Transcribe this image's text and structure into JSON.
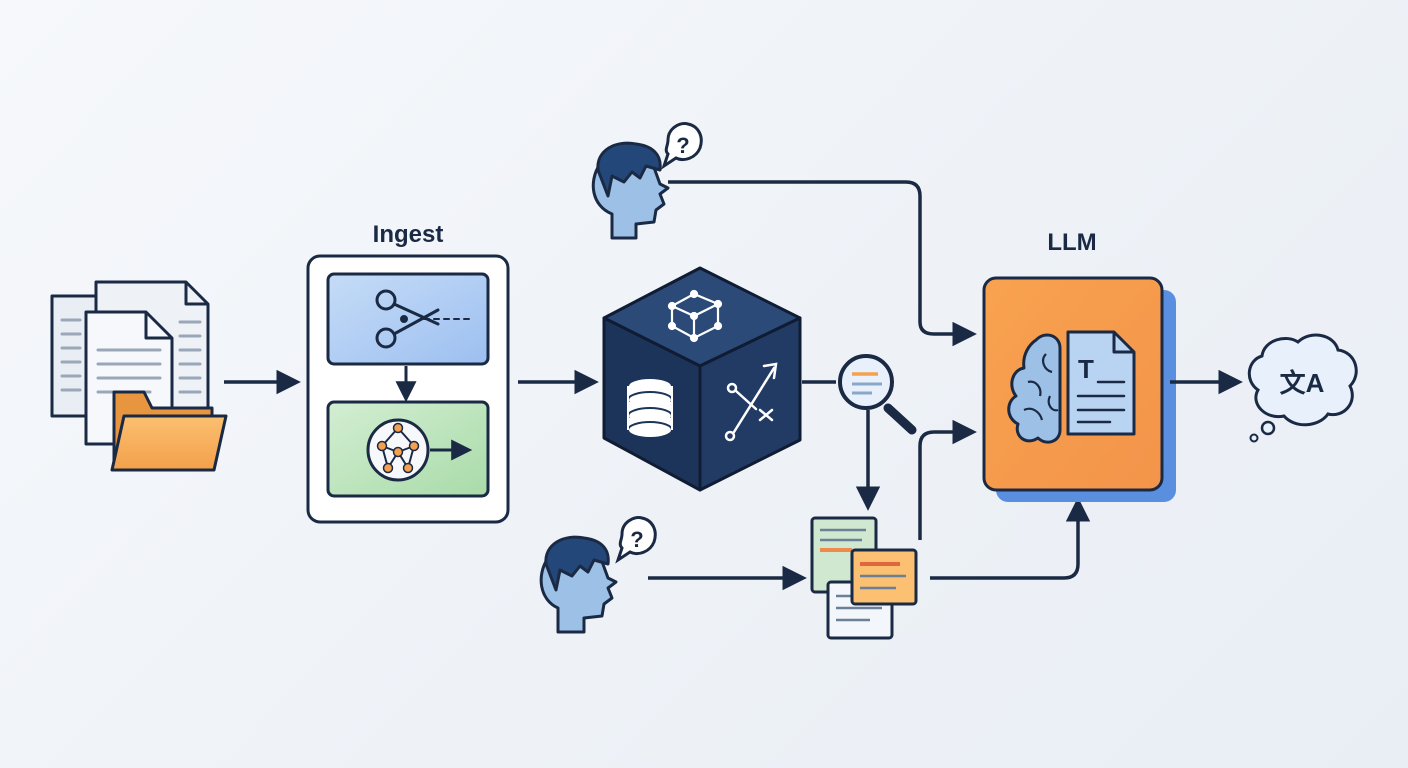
{
  "diagram": {
    "ingest_label": "Ingest",
    "llm_label": "LLM",
    "question_mark_top": "?",
    "question_mark_bottom": "?",
    "llm_doc_glyph": "T",
    "output_glyph": "文A"
  },
  "colors": {
    "stroke": "#1b2a44",
    "navy": "#1f3760",
    "orange": "#f5a04e",
    "blue_panel": "#b9d3f2",
    "green_panel": "#c2e5c4",
    "folder": "#f7b45c",
    "paper": "#f3f6fa",
    "head": "#9cc0e6",
    "hair": "#24477a"
  },
  "icons": [
    "document-stack-icon",
    "folder-icon",
    "scissors-icon",
    "graph-network-icon",
    "vector-cube-icon",
    "database-icon",
    "magnifier-icon",
    "user-head-icon",
    "question-bubble-icon",
    "retrieved-docs-icon",
    "brain-icon",
    "translate-bubble-icon"
  ]
}
